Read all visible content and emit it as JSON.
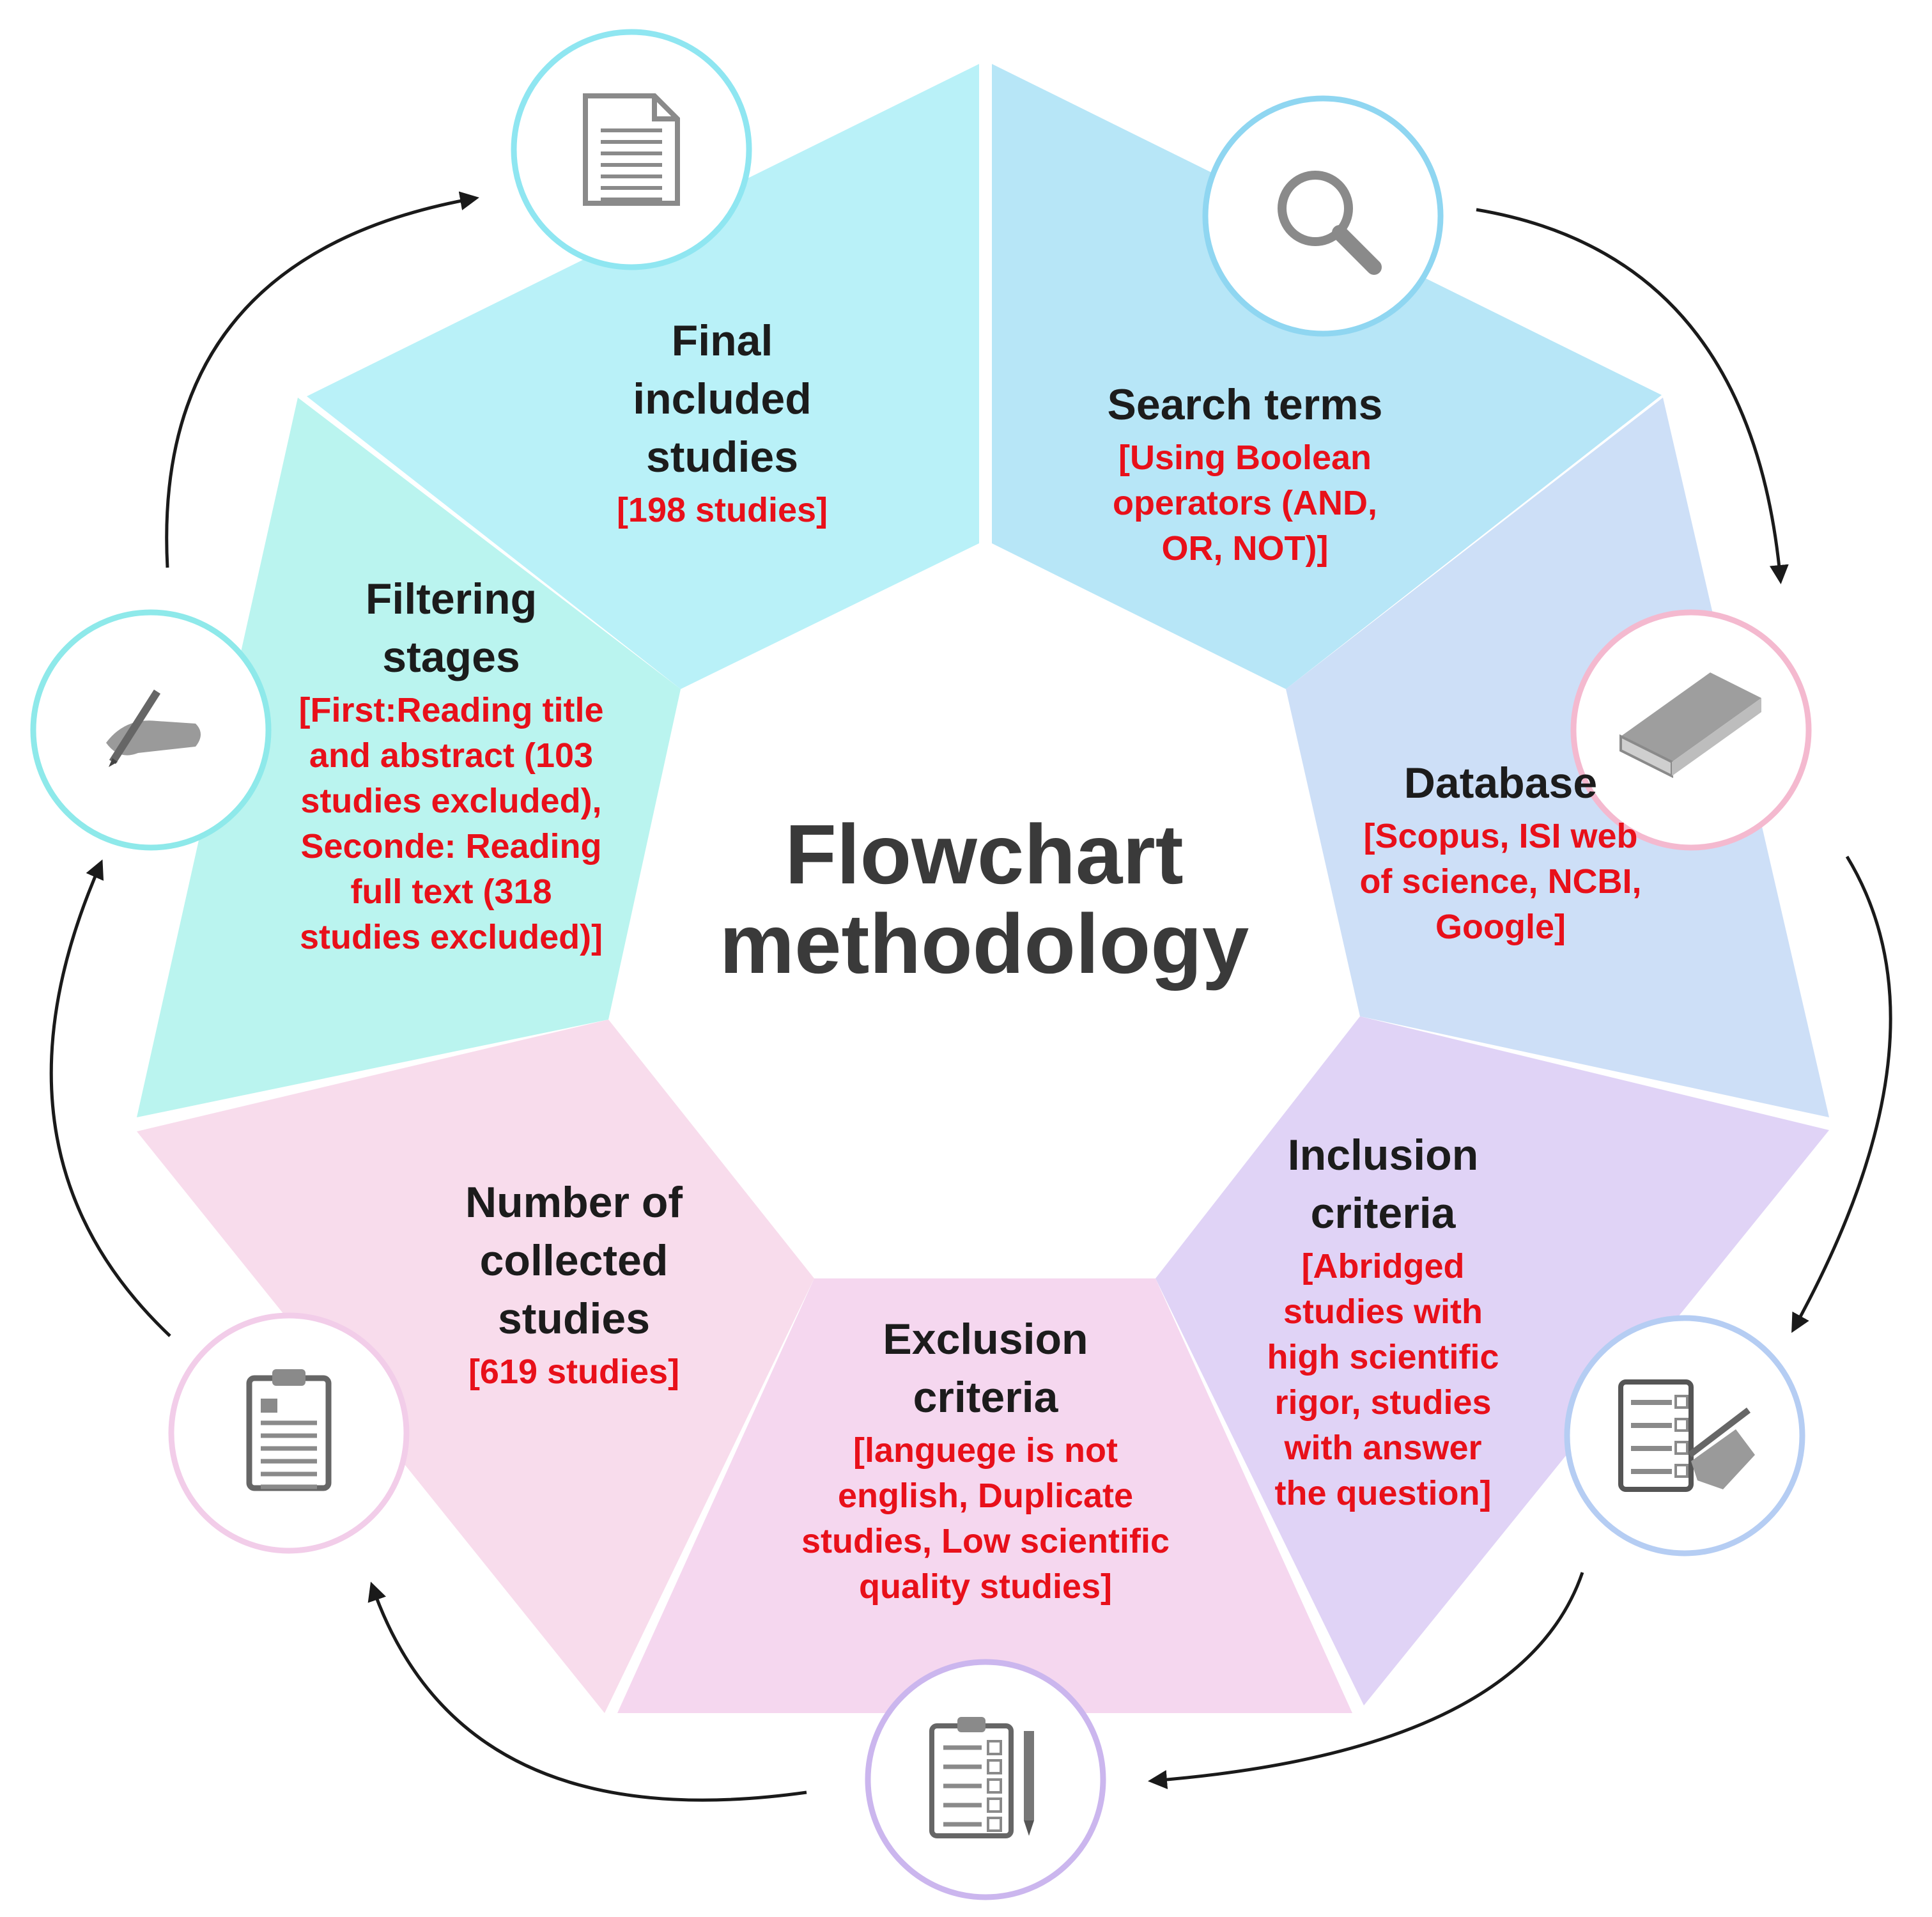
{
  "center": {
    "title_lines": [
      "Flowchart",
      "methodology"
    ]
  },
  "colors": {
    "title": "#1c1c1c",
    "detail": "#e8101a",
    "center_title": "#3a3a3a",
    "arrow": "#1a1a1a",
    "icon": "#8a8a8a"
  },
  "segments": [
    {
      "id": "final-included-studies",
      "title_lines": [
        "Final",
        "included",
        "studies"
      ],
      "detail_lines": [
        "[198 studies]"
      ],
      "fill": "#b9f1f8",
      "icon": "document-icon",
      "ring": "#8fe6f1"
    },
    {
      "id": "search-terms",
      "title_lines": [
        "Search terms"
      ],
      "detail_lines": [
        "[Using Boolean",
        "operators (AND,",
        "OR, NOT)]"
      ],
      "fill": "#b7e6f7",
      "icon": "search-icon",
      "ring": "#8fd6f1"
    },
    {
      "id": "database",
      "title_lines": [
        "Database"
      ],
      "detail_lines": [
        "[Scopus, ISI web",
        "of science, NCBI,",
        "Google]"
      ],
      "fill": "#cddff7",
      "icon": "book-icon",
      "ring": "#f4b9cf"
    },
    {
      "id": "inclusion-criteria",
      "title_lines": [
        "Inclusion",
        "criteria"
      ],
      "detail_lines": [
        "[Abridged",
        "studies with",
        "high scientific",
        "rigor, studies",
        "with answer",
        "the question]"
      ],
      "fill": "#e0d3f6",
      "icon": "checklist-hand-icon",
      "ring": "#b5cdf3"
    },
    {
      "id": "exclusion-criteria",
      "title_lines": [
        "Exclusion",
        "criteria"
      ],
      "detail_lines": [
        "[languege is not",
        "english, Duplicate",
        "studies, Low scientific",
        "quality studies]"
      ],
      "fill": "#f5d7ef",
      "icon": "clipboard-checklist-pencil-icon",
      "ring": "#cbb6ee"
    },
    {
      "id": "number-of-collected-studies",
      "title_lines": [
        "Number of",
        "collected",
        "studies"
      ],
      "detail_lines": [
        "[619 studies]"
      ],
      "fill": "#f8dcec",
      "icon": "clipboard-icon",
      "ring": "#f2cde9"
    },
    {
      "id": "filtering-stages",
      "title_lines": [
        "Filtering",
        "stages"
      ],
      "detail_lines": [
        "[First:Reading title",
        "and abstract (103",
        "studies excluded),",
        "Seconde: Reading",
        "full text (318",
        "studies excluded)]"
      ],
      "fill": "#baf4ef",
      "icon": "writing-hand-icon",
      "ring": "#8ee9ea"
    }
  ]
}
